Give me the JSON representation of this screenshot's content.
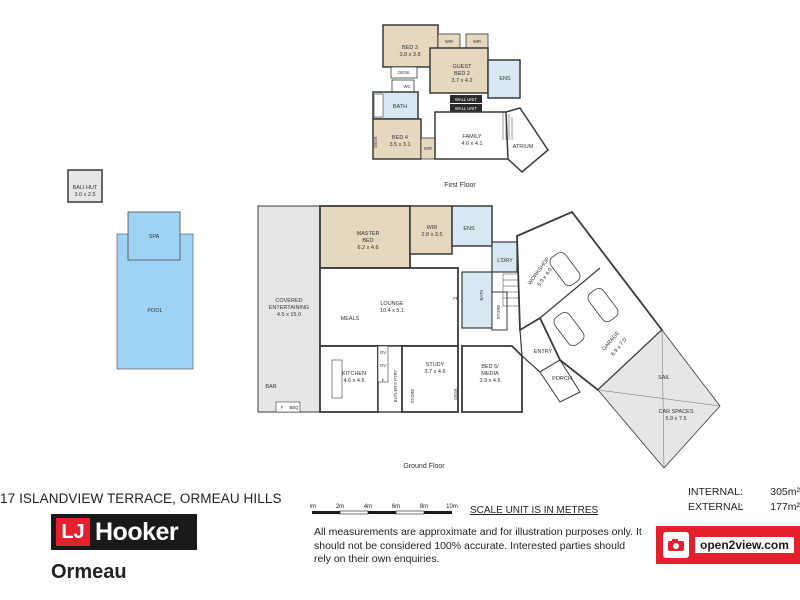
{
  "rooms": {
    "bed3": {
      "name": "BED 3",
      "size": "3.8 x 3.8"
    },
    "guest_bed2": {
      "name1": "GUEST",
      "name2": "BED 2",
      "size": "3.7 x 4.2"
    },
    "ens_upper": "ENS",
    "desk_upper": "DESK",
    "wc": "WC",
    "bath_upper": "BATH",
    "wall_unit_1": "WALL UNIT",
    "wall_unit_2": "WALL UNIT",
    "bed4": {
      "name": "BED 4",
      "size": "3.5 x 3.1"
    },
    "family": {
      "name": "FAMILY",
      "size": "4.6 x 4.1"
    },
    "atrium": "ATRIUM",
    "wir_upper": "WIR",
    "desk_bed4": "DESK",
    "bali_hut": {
      "name": "BALI HUT",
      "size": "3.0 x 2.5"
    },
    "spa": "SPA",
    "pool": "POOL",
    "master_bed": {
      "name1": "MASTER",
      "name2": "BED",
      "size": "6.2 x 4.6"
    },
    "wir": {
      "name": "WIR",
      "size": "2.8 x 3.5"
    },
    "ens_lower": "ENS",
    "ldry": "L'DRY",
    "workshop": {
      "name": "WORKSHOP",
      "size": "5.9 x 4.0"
    },
    "covered_entertaining": {
      "name1": "COVERED",
      "name2": "ENTERTAINING",
      "size": "4.5 x 15.0"
    },
    "lounge": {
      "name": "LOUNGE",
      "size": "10.4 x 5.1"
    },
    "meals": "MEALS",
    "fp": "FP",
    "bath_lower": "BATH",
    "store": "STORE",
    "entry": "ENTRY",
    "garage": {
      "name": "GARAGE",
      "size": "6.9 x 7.0"
    },
    "sail": "SAIL",
    "car_spaces": {
      "name": "CAR SPACES",
      "size": "5.9 x 7.5"
    },
    "porch": "PORCH",
    "kitchen": {
      "name": "KITCHEN",
      "size": "4.6 x 4.6"
    },
    "butlers_pantry": "BUTLER'S PTRY",
    "study": {
      "name": "STUDY",
      "size": "3.7 x 4.6"
    },
    "bed5_media": {
      "name1": "BED 5/",
      "name2": "MEDIA",
      "size": "3.9 x 4.6"
    },
    "desk_lower": "DESK",
    "store_lower": "STORE",
    "bar": "BAR",
    "f": "F",
    "bbq": "BBQ",
    "ov1": "OV",
    "ov2": "OV",
    "f_kitchen": "F"
  },
  "floors": {
    "first": "First Floor",
    "ground": "Ground Floor"
  },
  "address": "17 ISLANDVIEW TERRACE, ORMEAU HILLS",
  "brand": {
    "lj": "LJ",
    "name": "Hooker",
    "office": "Ormeau",
    "color": "#e4202c"
  },
  "scale": {
    "ticks": [
      "0m",
      "2m",
      "4m",
      "6m",
      "8m",
      "10m"
    ],
    "note": "SCALE UNIT IS IN METRES"
  },
  "disclaimer": "All measurements are approximate and for illustration purposes only. It should not be considered 100% accurate. Interested parties should rely on their own enquiries.",
  "areas": [
    {
      "label": "INTERNAL",
      "sep": ":",
      "value": "305m²"
    },
    {
      "label": "EXTERNAL",
      "sep": ":",
      "value": "177m²"
    }
  ],
  "partner": {
    "name": "open2view.com"
  },
  "colors": {
    "bedroom_fill": "#e6d7bf",
    "wet_fill": "#d7e8f2",
    "pool_fill": "#9fd3f4",
    "outdoor_fill": "#e6e6e6",
    "wall": "#3a3a3a"
  }
}
